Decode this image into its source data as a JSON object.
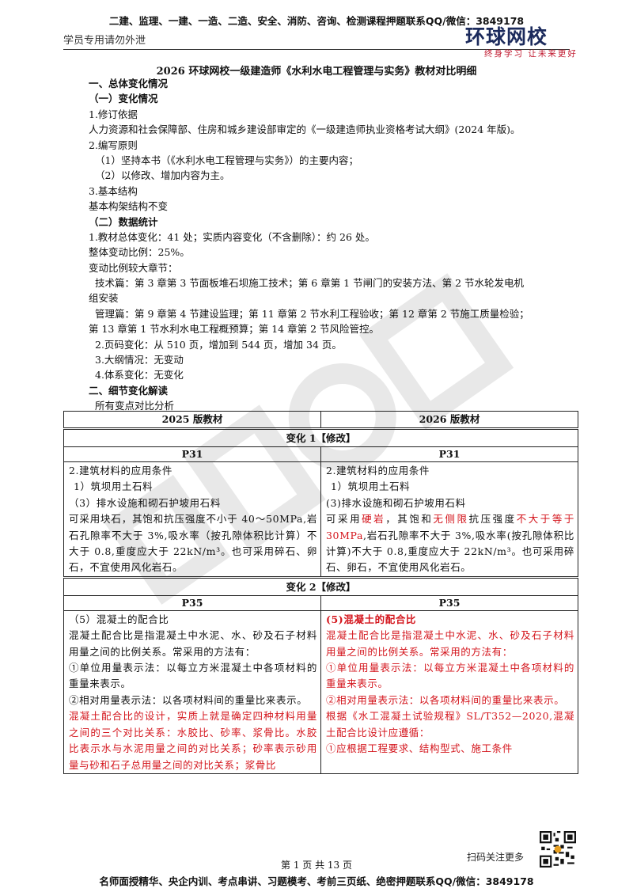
{
  "header": {
    "banner": "二建、监理、一建、一造、二造、安全、消防、咨询、检测课程押题联系QQ/微信：3849178",
    "student_note": "学员专用请勿外泄",
    "logo_main": "环球网校",
    "logo_sub": "终身学习 让未来更好"
  },
  "doc_title": "2026 环球网校一级建造师《水利水电工程管理与实务》教材对比明细",
  "sections": [
    {
      "text": "一、总体变化情况",
      "style": "b"
    },
    {
      "text": "（一）变化情况",
      "style": "b"
    },
    {
      "text": "1.修订依据",
      "style": ""
    },
    {
      "text": "人力资源和社会保障部、住房和城乡建设部审定的《一级建造师执业资格考试大纲》(2024 年版)。",
      "style": ""
    },
    {
      "text": "2.编写原则",
      "style": ""
    },
    {
      "text": "（1）坚持本书（《水利水电工程管理与实务》）的主要内容；",
      "style": "indent"
    },
    {
      "text": "（2）以修改、增加内容为主。",
      "style": "indent"
    },
    {
      "text": "3.基本结构",
      "style": ""
    },
    {
      "text": "基本构架结构不变",
      "style": ""
    },
    {
      "text": "（二）数据统计",
      "style": "b"
    },
    {
      "text": "1.教材总体变化：41 处；实质内容变化（不含删除）：约 26 处。",
      "style": ""
    },
    {
      "text": "整体变动比例：25%。",
      "style": ""
    },
    {
      "text": "变动比例较大章节：",
      "style": ""
    },
    {
      "text": "技术篇：第 3 章第 3 节面板堆石坝施工技术；第 6 章第 1 节闸门的安装方法、第 2 节水轮发电机",
      "style": "indent"
    },
    {
      "text": "组安装",
      "style": ""
    },
    {
      "text": "管理篇：第 9 章第 4 节建设监理；第 11 章第 2 节水利工程验收；第 12 章第 2 节施工质量检验；",
      "style": "indent"
    },
    {
      "text": "第 13 章第 1 节水利水电工程概预算；第 14 章第 2 节风险管控。",
      "style": ""
    },
    {
      "text": "2.页码变化：从 510 页，增加到 544 页，增加 34 页。",
      "style": "indent"
    },
    {
      "text": "3.大纲情况：无变动",
      "style": "indent"
    },
    {
      "text": "4.体系变化：无变化",
      "style": "indent"
    },
    {
      "text": "二、细节变化解读",
      "style": "b"
    },
    {
      "text": "所有变点对比分析",
      "style": "indent"
    }
  ],
  "table": {
    "col_2025": "2025 版教材",
    "col_2026": "2026 版教材",
    "change1": {
      "label": "变化 1【修改】",
      "page_left": "P31",
      "page_right": "P31",
      "left": [
        "2.建筑材料的应用条件",
        "1）筑坝用土石料",
        "（3）排水设施和砌石护坡用石料",
        "可采用块石，其饱和抗压强度不小于 40～50MPa,岩石孔隙率不大于 3%,吸水率（按孔隙体积比计算）不大于 0.8,重度应大于 22kN/m³。也可采用碎石、卵石，不宜使用风化岩石。"
      ],
      "right_l1": "2.建筑材料的应用条件",
      "right_l2": "1）筑坝用土石料",
      "right_l3": "(3)排水设施和砌石护坡用石料",
      "right_p4_a": "可采用",
      "right_p4_red1": "硬岩",
      "right_p4_b": "，其饱和",
      "right_p4_red2": "无侧限",
      "right_p4_c": "抗压强度",
      "right_p4_red3": "不大于等于 30MPa",
      "right_p4_d": ",岩石孔隙率不大于 3%,吸水率(按孔隙体积比计算)不大于 0.8,重度应大于 22kN/m³。也可采用碎石、卵石，不宜使用风化岩石。"
    },
    "change2": {
      "label": "变化 2【修改】",
      "page_left": "P35",
      "page_right": "P35",
      "left_black": [
        "（5）混凝土的配合比",
        "混凝土配合比是指混凝土中水泥、水、砂及石子材料用量之间的比例关系。常采用的方法有：",
        "①单位用量表示法：以每立方米混凝土中各项材料的重量来表示。",
        "②相对用量表示法：以各项材料间的重量比来表示。"
      ],
      "left_red": "混凝土配合比的设计，实质上就是确定四种材料用量之间的三个对比关系：水胶比、砂率、浆骨比。水胶比表示水与水泥用量之间的对比关系；砂率表示砂用量与砂和石子总用量之间的对比关系；浆骨比",
      "right_title": "(5)混凝土的配合比",
      "right_red": [
        "混凝土配合比是指混凝土中水泥、水、砂及石子材料用量之间的比例关系。常采用的方法有：",
        "①单位用量表示法：以每立方米混凝土中各项材料的重量来表示。",
        "②相对用量表示法：以各项材料间的重量比来表示。",
        "根据《水工混凝土试验规程》SL/T352—2020,混凝土配合比设计应遵循：",
        "①应根据工程要求、结构型式、施工条件"
      ]
    }
  },
  "footer": {
    "scan_note": "扫码关注更多",
    "page_num": "第 1 页 共 13 页",
    "banner": "名师面授精华、央企内训、考点串讲、习题模考、考前三页纸、绝密押题联系QQ/微信：3849178"
  },
  "colors": {
    "red": "#d4151c",
    "logo_blue": "#1b2a5c",
    "logo_red": "#c0182e"
  },
  "icons": {
    "logo": "globe-logo-icon",
    "qr": "qr-code-icon"
  }
}
